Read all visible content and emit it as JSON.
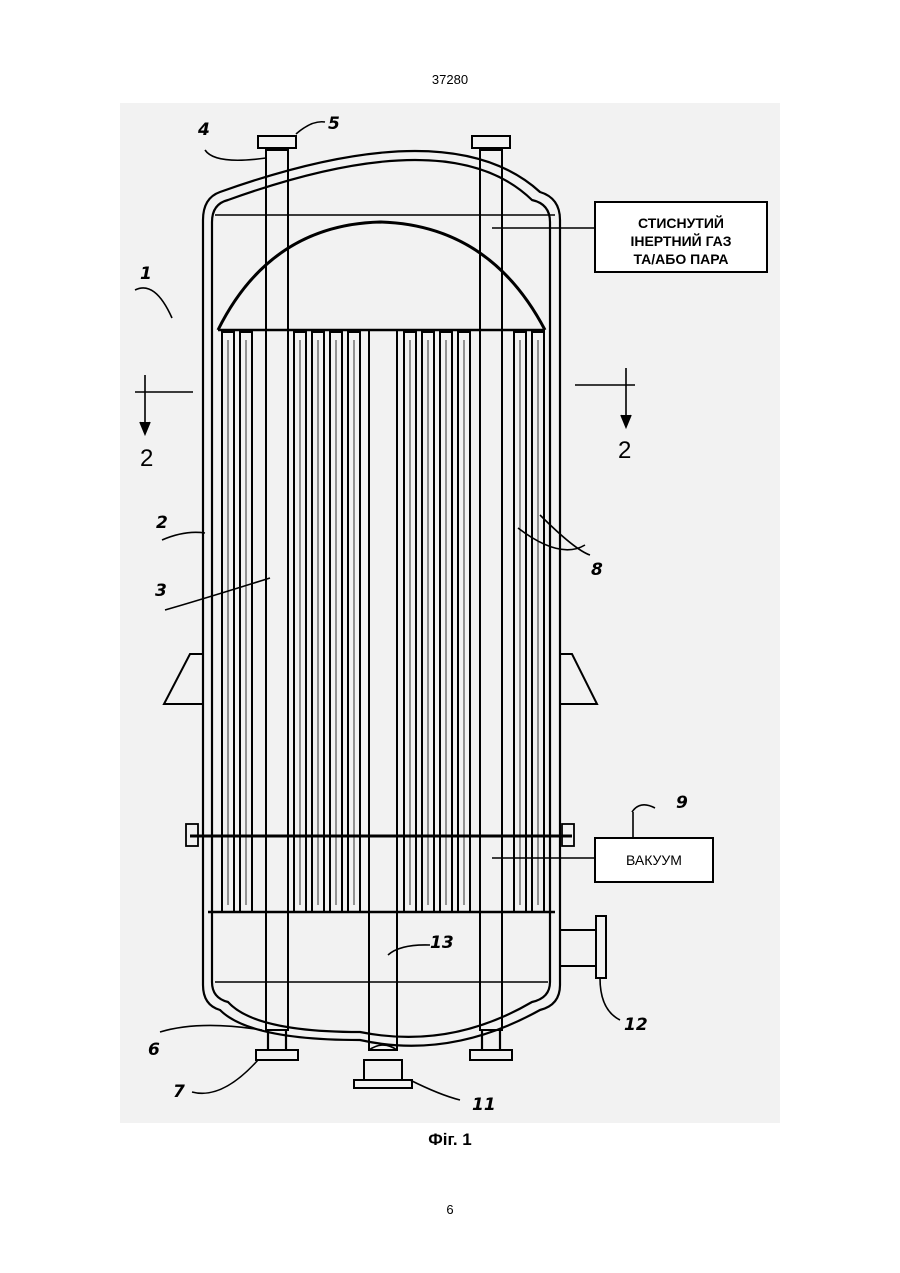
{
  "header": {
    "doc_number": "37280"
  },
  "figure": {
    "caption": "Фіг. 1",
    "box_gas_lines": [
      "СТИСНУТИЙ",
      "ІНЕРТНИЙ ГАЗ",
      "ТА/АБО ПАРА"
    ],
    "box_vacuum": "ВАКУУМ",
    "section_marks": [
      "2",
      "2"
    ],
    "ref_labels": {
      "r1": "1",
      "r2": "2",
      "r3": "3",
      "r4": "4",
      "r5": "5",
      "r6": "6",
      "r7": "7",
      "r8": "8",
      "r9": "9",
      "r11": "11",
      "r12": "12",
      "r13": "13"
    }
  },
  "footer": {
    "page_number": "6"
  }
}
